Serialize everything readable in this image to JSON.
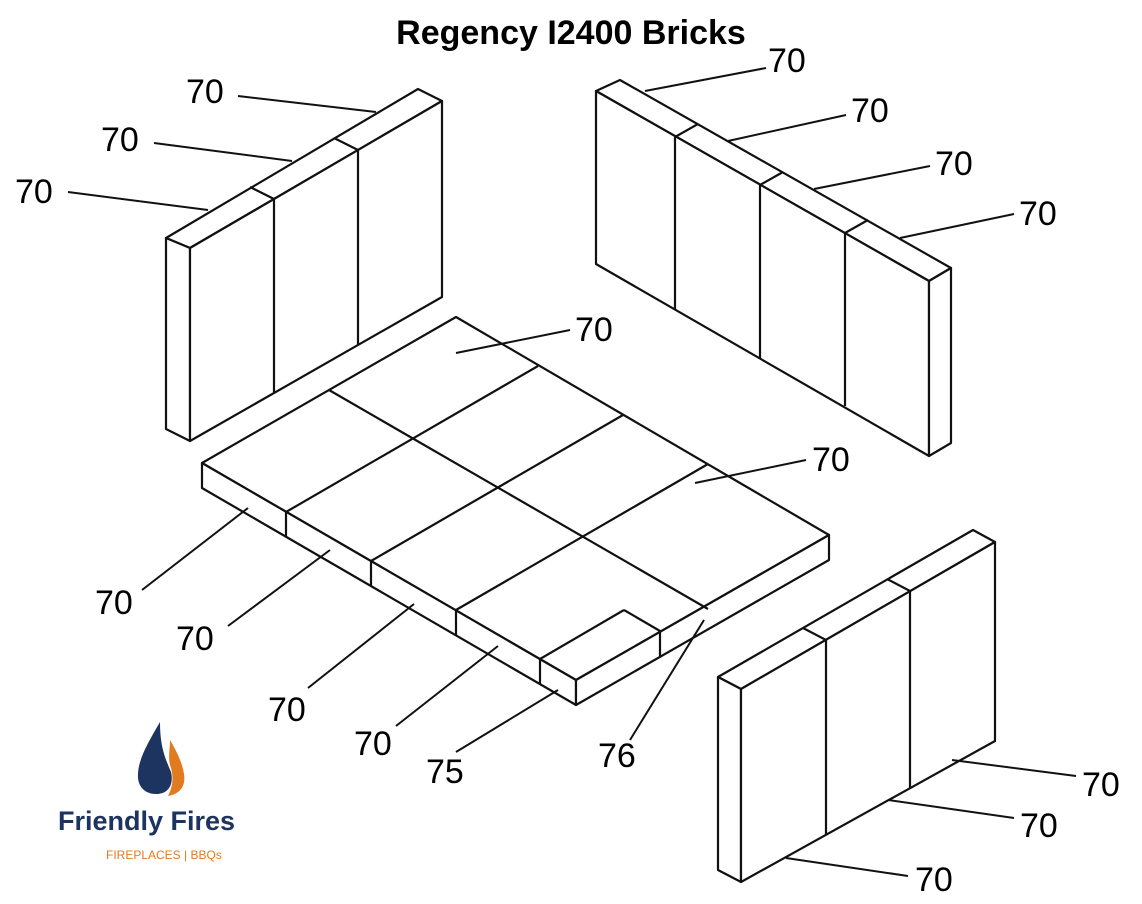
{
  "title": "Regency I2400 Bricks",
  "brand": {
    "name": "Friendly Fires",
    "tagline": "FIREPLACES | BBQs",
    "colors": {
      "navy": "#1d3461",
      "orange": "#e07b1f"
    }
  },
  "labels": {
    "left_wall_1": "70",
    "left_wall_2": "70",
    "left_wall_3": "70",
    "right_wall_1": "70",
    "right_wall_2": "70",
    "right_wall_3": "70",
    "right_wall_4": "70",
    "floor_back": "70",
    "floor_right": "70",
    "floor_front_1": "70",
    "floor_front_2": "70",
    "floor_front_3": "70",
    "floor_front_4": "70",
    "floor_front_5": "75",
    "floor_side": "76",
    "side_wall_1": "70",
    "side_wall_2": "70",
    "side_wall_3": "70"
  }
}
